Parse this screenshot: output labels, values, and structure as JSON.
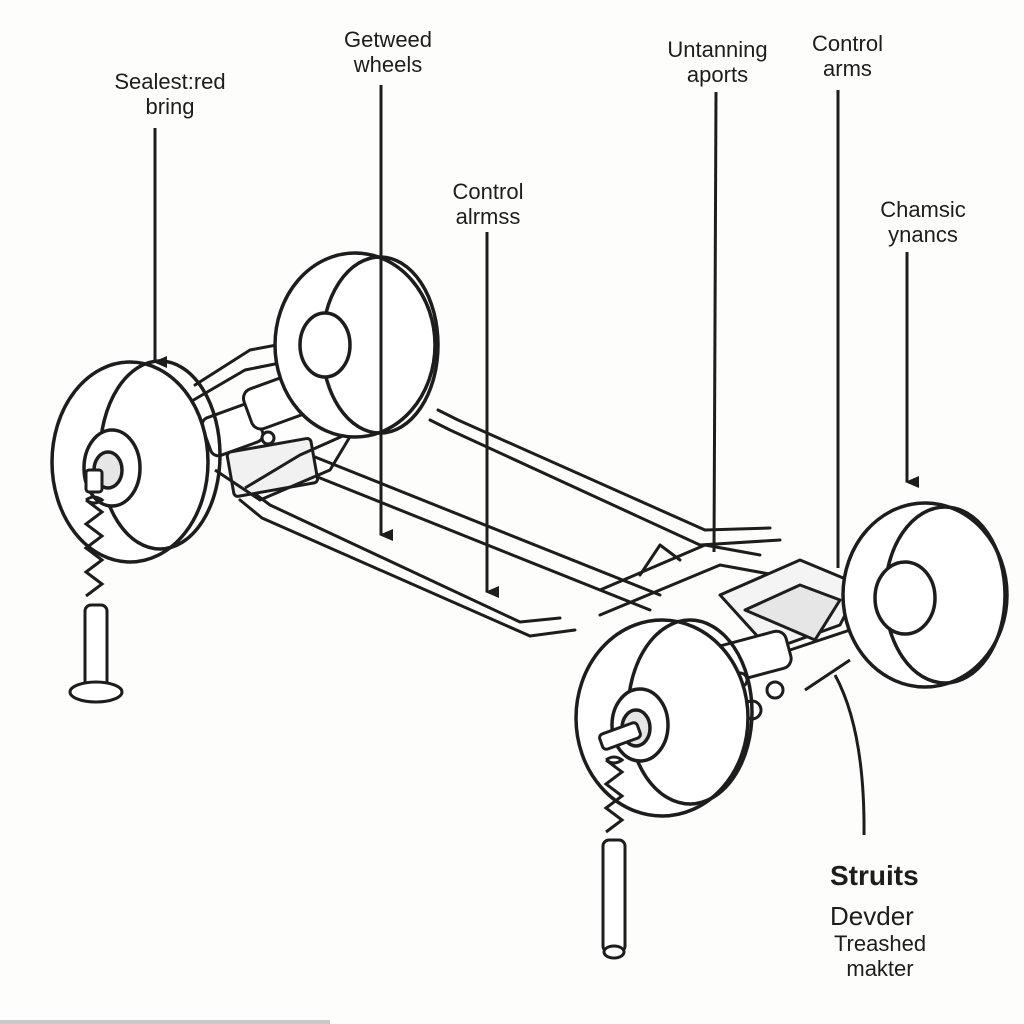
{
  "labels": {
    "sealed_bring": "Sealest:red\nbring",
    "getweed_wheels": "Getweed\nwheels",
    "control_arms_center": "Control\nalrmss",
    "untanning_aports": "Untanning\naports",
    "control_arms_right": "Control\narms",
    "chamsic_ynancs": "Chamsic\nynancs",
    "struits": "Struits",
    "devder": "Devder",
    "treashed_makter": "Treashed\nmakter"
  },
  "colors": {
    "ink": "#1d1d1d",
    "paper": "#fdfdfc",
    "fill": "#ffffff",
    "shade": "#e6e6e6"
  }
}
